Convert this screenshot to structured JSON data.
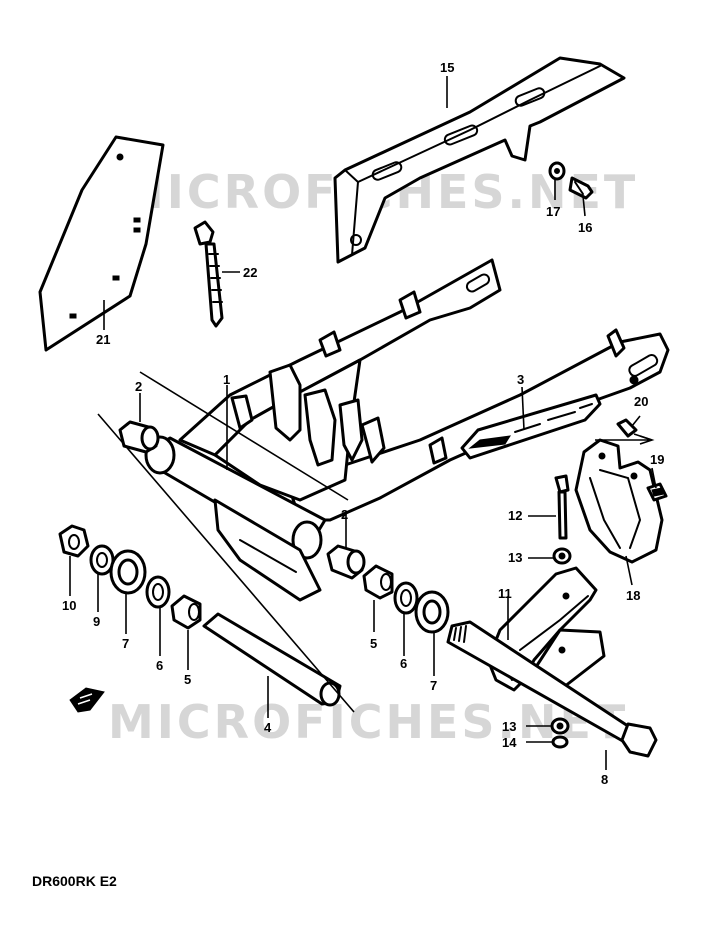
{
  "watermarks": [
    "MICROFICHES.NET",
    "MICROFICHES.NET"
  ],
  "model_code": "DR600RK E2",
  "colors": {
    "ink": "#000000",
    "paper": "#ffffff",
    "watermark": "#d6d6d6"
  },
  "callouts": [
    {
      "id": "15",
      "label": "15"
    },
    {
      "id": "17",
      "label": "17"
    },
    {
      "id": "16",
      "label": "16"
    },
    {
      "id": "21",
      "label": "21"
    },
    {
      "id": "22",
      "label": "22"
    },
    {
      "id": "1",
      "label": "1"
    },
    {
      "id": "2a",
      "label": "2"
    },
    {
      "id": "2b",
      "label": "2"
    },
    {
      "id": "3",
      "label": "3"
    },
    {
      "id": "20",
      "label": "20"
    },
    {
      "id": "19",
      "label": "19"
    },
    {
      "id": "18",
      "label": "18"
    },
    {
      "id": "12",
      "label": "12"
    },
    {
      "id": "13a",
      "label": "13"
    },
    {
      "id": "11",
      "label": "11"
    },
    {
      "id": "10",
      "label": "10"
    },
    {
      "id": "9",
      "label": "9"
    },
    {
      "id": "7a",
      "label": "7"
    },
    {
      "id": "6a",
      "label": "6"
    },
    {
      "id": "5a",
      "label": "5"
    },
    {
      "id": "4",
      "label": "4"
    },
    {
      "id": "5b",
      "label": "5"
    },
    {
      "id": "6b",
      "label": "6"
    },
    {
      "id": "7b",
      "label": "7"
    },
    {
      "id": "13b",
      "label": "13"
    },
    {
      "id": "14",
      "label": "14"
    },
    {
      "id": "8",
      "label": "8"
    }
  ]
}
